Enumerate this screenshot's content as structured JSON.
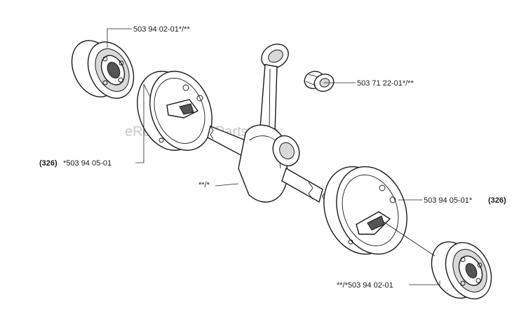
{
  "watermark": "eReplacementParts.com",
  "labels": {
    "bearing_top": "503 94 02-01*/**",
    "needle_bearing": "503 71 22-01*/**",
    "left_half_ref": "(326)",
    "left_half_part": "*503 94 05-01",
    "crankshaft": "**/*",
    "right_half_part": "503 94 05-01*",
    "right_half_ref": "(326)",
    "bearing_bottom": "**/*503 94 02-01"
  },
  "parts": {
    "bearing_top": "ball-bearing-icon",
    "flywheel_left": "crank-half-icon",
    "connecting_rod": "connecting-rod-icon",
    "needle_bearing": "needle-bearing-icon",
    "crankshaft": "crankshaft-icon",
    "flywheel_right": "crank-half-icon",
    "bearing_bottom": "ball-bearing-icon"
  }
}
